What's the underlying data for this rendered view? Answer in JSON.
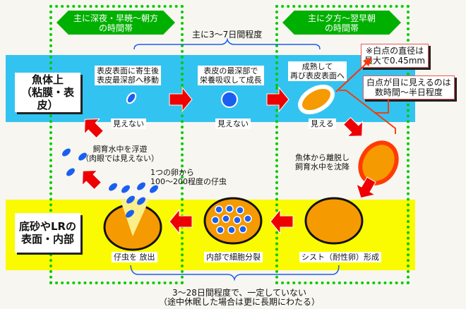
{
  "title": "白点病の生活環",
  "time_zones": {
    "left": {
      "line1": "主に深夜・早暁〜朝方",
      "line2": "の時間帯"
    },
    "right": {
      "line1": "主に夕方〜翌早朝",
      "line2": "の時間帯"
    }
  },
  "top_brace_label": "主に3〜7日間程度",
  "bottom_brace_label": {
    "line1": "3〜28日間程度で、一定していない",
    "line2": "（途中休眠した場合は更に長期にわたる）"
  },
  "zones": {
    "fish": {
      "line1": "魚体上",
      "line2": "（粘膜・表皮）"
    },
    "substrate": {
      "line1": "底砂やLRの",
      "line2": "表面・内部"
    }
  },
  "stages": {
    "move": {
      "line1": "表皮表面に寄生後",
      "line2": "表皮最深部へ移動",
      "vis": "見えない"
    },
    "grow": {
      "line1": "表皮の最深部で",
      "line2": "栄養吸収して成長",
      "vis": "見えない"
    },
    "mature": {
      "line1": "成熟して",
      "line2": "再び表皮表面へ",
      "vis": "見える"
    },
    "detach": {
      "line1": "魚体から離脱し",
      "line2": "飼育水中を沈降"
    },
    "cyst": {
      "label": "シスト（耐性卵）形成"
    },
    "divide": {
      "label": "内部で細胞分裂"
    },
    "release": {
      "label": "仔虫を 放出"
    },
    "larvae_count": {
      "line1": "1つの卵から",
      "line2": "100〜200程度の仔虫"
    },
    "swim": {
      "line1": "飼育水中を浮遊",
      "line2": "（肉眼では見えない）"
    }
  },
  "notes": {
    "diameter": {
      "line1": "※白点の直径は",
      "line2": "最大で0.45mm"
    },
    "visible_time": {
      "line1": "白点が目に見えるのは",
      "line2": "数時間〜半日程度"
    }
  },
  "colors": {
    "sky": "#33c3f0",
    "yellow": "#fafa00",
    "green": "#00b000",
    "arrow": "#ee0000",
    "orange": "#f59a00",
    "parasite": "#1a5ff0"
  }
}
